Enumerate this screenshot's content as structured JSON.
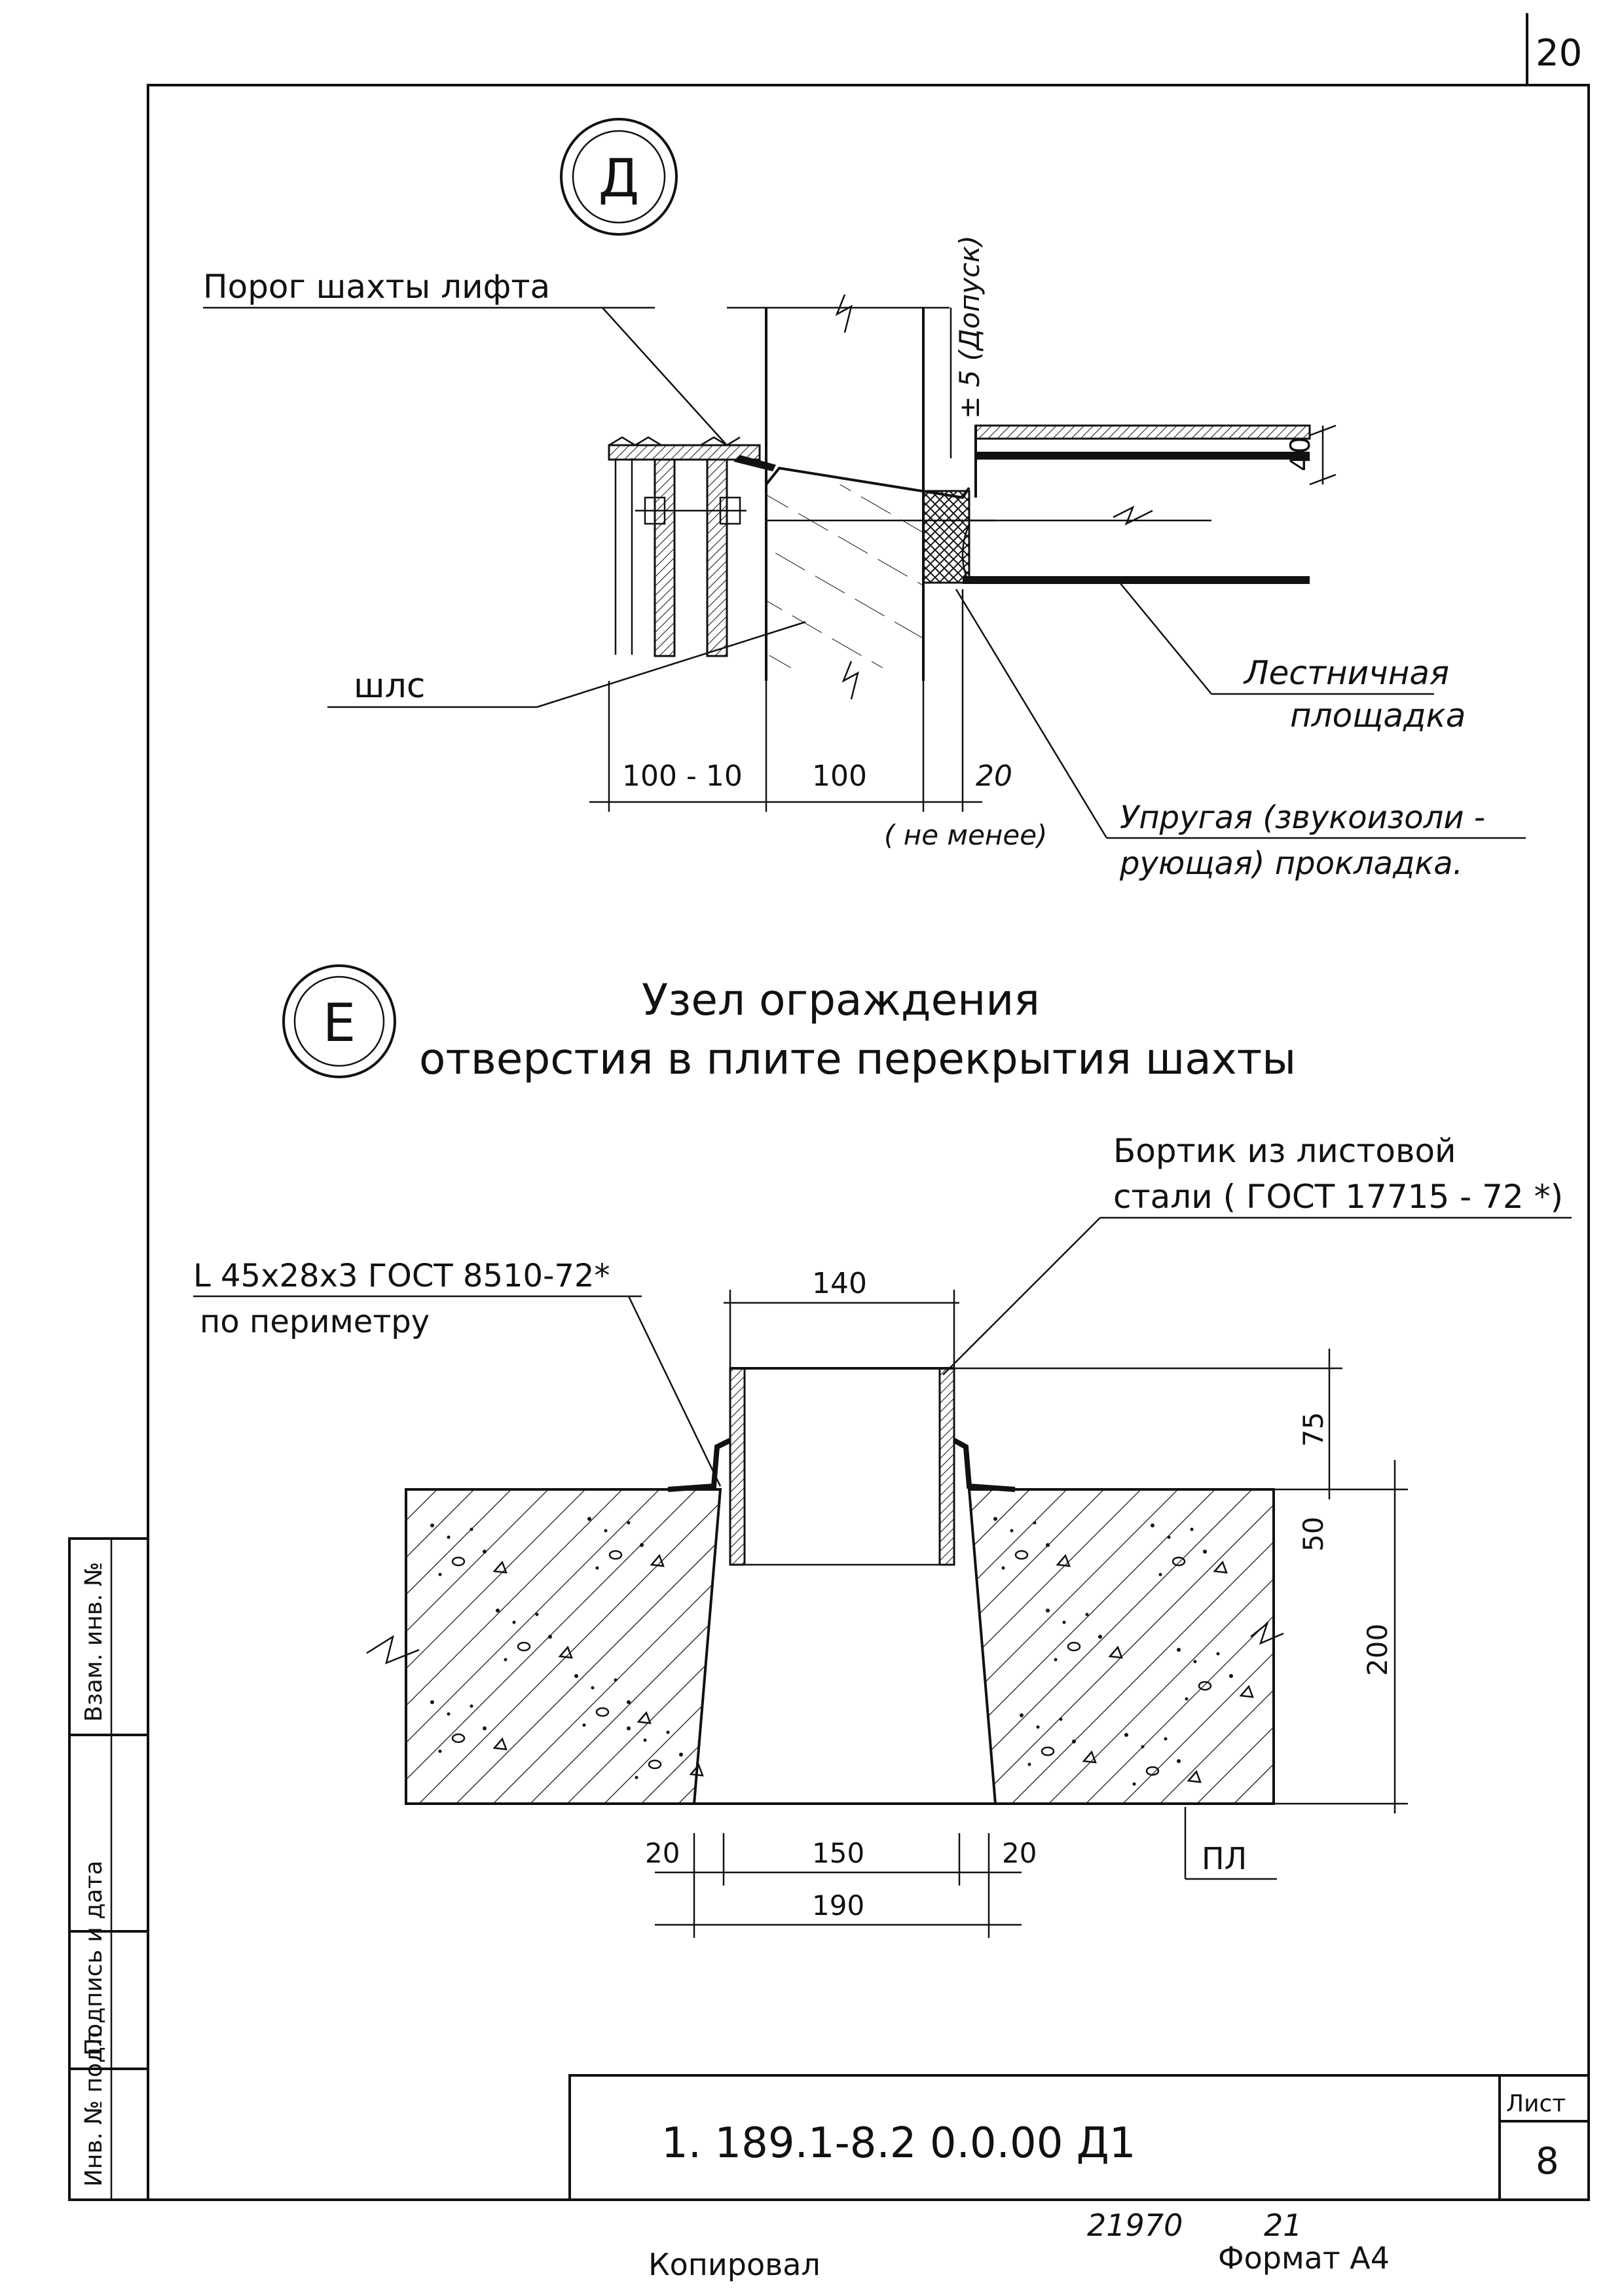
{
  "sheet_number_top": "20",
  "node_d": {
    "marker": "Д",
    "labels": {
      "threshold": "Порог шахты лифта",
      "shls": "шлс",
      "landing_line1": "Лестничная",
      "landing_line2": "площадка",
      "gasket_line1": "Упругая (звукоизоли -",
      "gasket_line2": "рующая) прокладка.",
      "tolerance": "± 5 (Допуск)",
      "not_less": "( не менее)"
    },
    "dims": {
      "d1": "100 - 10",
      "d2": "100",
      "d3": "20",
      "d4": "40"
    }
  },
  "node_e": {
    "marker": "Е",
    "title_line1": "Узел ограждения",
    "title_line2": "отверстия в плите перекрытия шахты",
    "labels": {
      "angle_line1": "L 45x28x3 ГОСТ 8510-72*",
      "angle_line2": "по периметру",
      "rim_line1": "Бортик из листовой",
      "rim_line2": "стали ( ГОСТ 17715 - 72 *)",
      "pl": "ПЛ"
    },
    "dims": {
      "top": "140",
      "h1": "75",
      "h2": "50",
      "h3": "200",
      "b1": "20",
      "b2": "150",
      "b3": "20",
      "b4": "190"
    }
  },
  "title_block": {
    "doc_code": "1. 189.1-8.2 0.0.00 Д1",
    "sheet_label": "Лист",
    "sheet_value": "8"
  },
  "side_stamp": [
    "Инв. № подл.",
    "Подпись и дата",
    "Взам. инв. №"
  ],
  "footer": {
    "copied": "Копировал",
    "number": "21970",
    "number2": "21",
    "format": "Формат А4"
  }
}
